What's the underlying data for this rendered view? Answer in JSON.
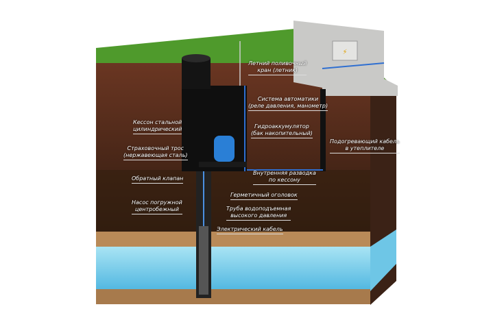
{
  "title": "Схема скважины с кессоном",
  "labels": {
    "garden_tap": [
      "Летний поливочный",
      "кран (летник)"
    ],
    "automation": [
      "Система автоматики",
      "(реле давления, манометр)"
    ],
    "caisson": [
      "Кессон стальной",
      "цилиндрический"
    ],
    "accumulator": [
      "Гидроаккумулятор",
      "(бак накопительный)"
    ],
    "heating_cable": [
      "Подогревающий кабель",
      "в утеплителе"
    ],
    "safety_rope": [
      "Страховочный трос",
      "(нержавеющая сталь)"
    ],
    "internal_piping": [
      "Внутренняя разводка",
      "по кессону"
    ],
    "check_valve": [
      "Обратный клапан"
    ],
    "sealed_head": [
      "Герметичный оголовок"
    ],
    "pump": [
      "Насос погружной",
      "центробежный"
    ],
    "riser_pipe": [
      "Труба водоподъемная",
      "высокого давления"
    ],
    "electric_cable": [
      "Электрический кабель"
    ]
  },
  "colors": {
    "grass": "#4f9a2c",
    "soil_top": "#5a2e1c",
    "soil_deep": "#3a2115",
    "sand": "#b98a58",
    "water": "#7fd3ec",
    "concrete": "#c9c9c7",
    "caisson": "#141414",
    "tank": "#2a7fd6"
  }
}
